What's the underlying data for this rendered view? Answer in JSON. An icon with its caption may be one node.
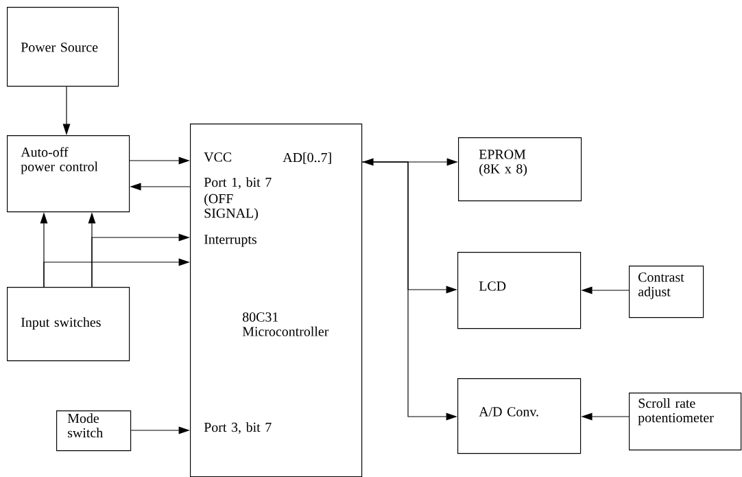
{
  "diagram": {
    "nodes": [
      {
        "text": [
          "Power Source"
        ]
      },
      {
        "text": [
          "Auto-off power control"
        ]
      },
      {
        "text": [
          "Input switches"
        ]
      },
      {
        "text": [
          "Mode switch"
        ]
      },
      {
        "text": [
          "VCC",
          "AD[0..7]",
          "Port 1, bit 7",
          "(OFF SIGNAL)",
          "Interrupts",
          "80C31 Microcontroller",
          "Port 3, bit 7"
        ]
      },
      {
        "text": [
          "EPROM (8K x 8)"
        ]
      },
      {
        "text": [
          "LCD"
        ]
      },
      {
        "text": [
          "A/D Conv."
        ]
      },
      {
        "text": [
          "Contrast adjust"
        ]
      },
      {
        "text": [
          "Scroll rate potentiometer"
        ]
      }
    ],
    "edges": [
      {
        "from": 0,
        "to": 1,
        "arrow": "to"
      },
      {
        "from": 1,
        "to": 4,
        "arrow": "to"
      },
      {
        "from": 4,
        "to": 1,
        "arrow": "to"
      },
      {
        "from": 2,
        "to": 1,
        "arrow": "to"
      },
      {
        "from": 2,
        "to": 1,
        "arrow": "to"
      },
      {
        "from": 2,
        "to": 4,
        "arrow": "to"
      },
      {
        "from": 2,
        "to": 4,
        "arrow": "to"
      },
      {
        "from": 3,
        "to": 4,
        "arrow": "to"
      },
      {
        "from": 4,
        "to": 5,
        "arrow": "both"
      },
      {
        "from": 4,
        "to": 6,
        "arrow": "to"
      },
      {
        "from": 4,
        "to": 7,
        "arrow": "to"
      },
      {
        "from": 8,
        "to": 6,
        "arrow": "to"
      },
      {
        "from": 9,
        "to": 7,
        "arrow": "to"
      }
    ]
  }
}
